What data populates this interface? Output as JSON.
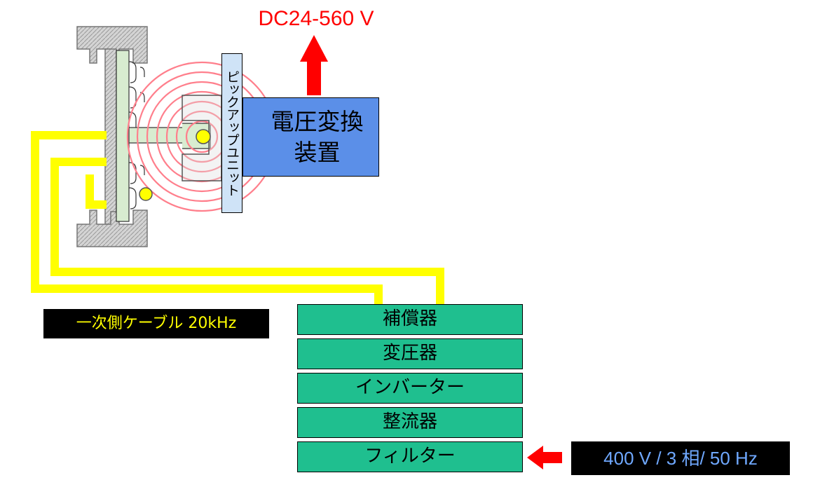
{
  "output_voltage": "DC24-560 V",
  "pickup_unit": "ピックアップユニット",
  "converter": "電圧変換\n装置",
  "primary_cable": "一次側ケーブル 20kHz",
  "stages": [
    "補償器",
    "変圧器",
    "インバーター",
    "整流器",
    "フィルター"
  ],
  "supply": "400 V / 3 相/ 50 Hz",
  "colors": {
    "cable": "#ffff00",
    "arrow": "#ff0000",
    "stage_fill": "#1fbf8f",
    "converter_fill": "#5b8fe8",
    "field_rings": "#ff7f8c",
    "pickup_fill": "#cfe3f7",
    "rail_fill": "#d4d4d4",
    "conductor_fill": "#d8ecd0",
    "supply_text": "#6fa8ff"
  },
  "icons": {
    "output_arrow": "arrow-up",
    "input_arrow": "arrow-left",
    "wheel": "yellow-circle"
  }
}
